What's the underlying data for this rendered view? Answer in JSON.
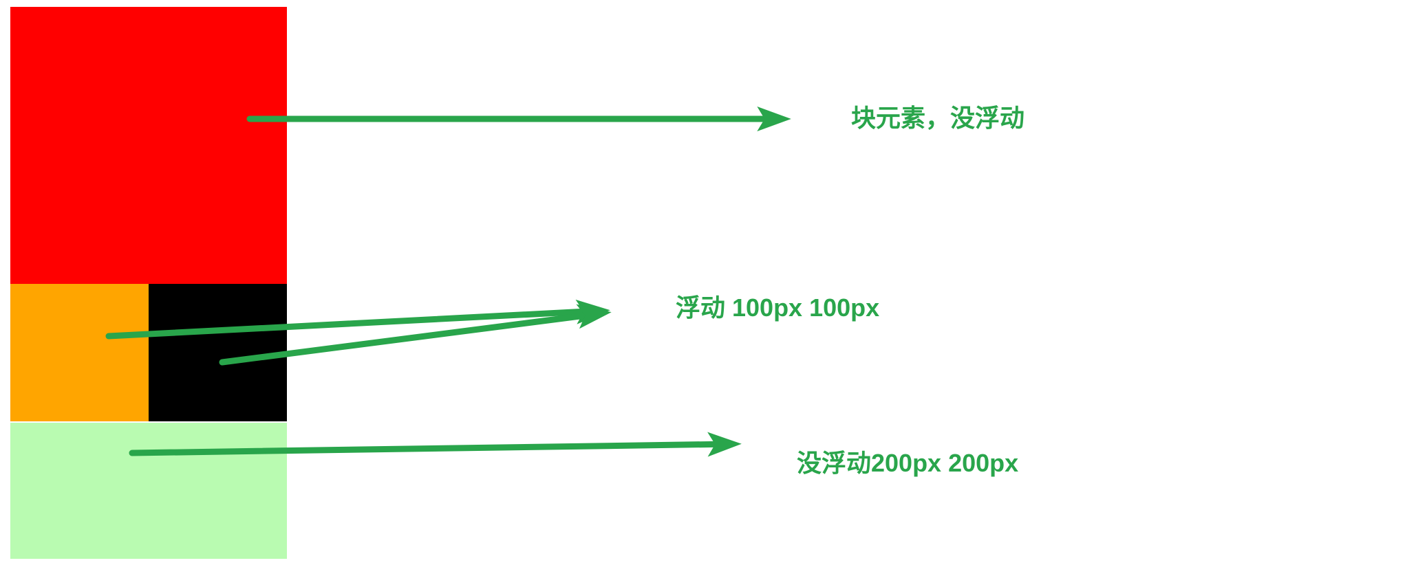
{
  "canvas": {
    "background": "#FFFFFF"
  },
  "colors": {
    "canvas_bg": "#FFFFFF",
    "red": "#FF0000",
    "orange": "#FFA500",
    "black": "#000000",
    "light_green": "#B9FBB1",
    "arrow_green": "#29A54B"
  },
  "blocks": [
    {
      "name": "block-red-no-float",
      "color_key": "red",
      "annotation": "块元素，没浮动"
    },
    {
      "name": "block-orange-float",
      "color_key": "orange",
      "annotation": "浮动 100px 100px"
    },
    {
      "name": "block-black-float",
      "color_key": "black",
      "annotation": "浮动 100px 100px"
    },
    {
      "name": "block-green-no-float",
      "color_key": "light_green",
      "annotation": "没浮动200px 200px"
    }
  ],
  "annotations": [
    {
      "id": "block-no-float",
      "label": "块元素，没浮动"
    },
    {
      "id": "float-100",
      "label": "浮动 100px 100px"
    },
    {
      "id": "no-float-200",
      "label": "没浮动200px 200px"
    }
  ]
}
